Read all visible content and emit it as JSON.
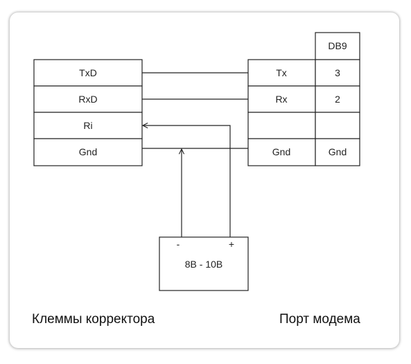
{
  "terminal_block": {
    "rows": [
      "TxD",
      "RxD",
      "Ri",
      "Gnd"
    ]
  },
  "modem_port": {
    "header": "DB9",
    "rows": [
      {
        "signal": "Tx",
        "pin": "3"
      },
      {
        "signal": "Rx",
        "pin": "2"
      },
      {
        "signal": "",
        "pin": ""
      },
      {
        "signal": "Gnd",
        "pin": "Gnd"
      }
    ]
  },
  "power_supply": {
    "minus_label": "-",
    "plus_label": "+",
    "voltage_label": "8В - 10В"
  },
  "captions": {
    "left": "Клеммы корректора",
    "right": "Порт модема"
  }
}
